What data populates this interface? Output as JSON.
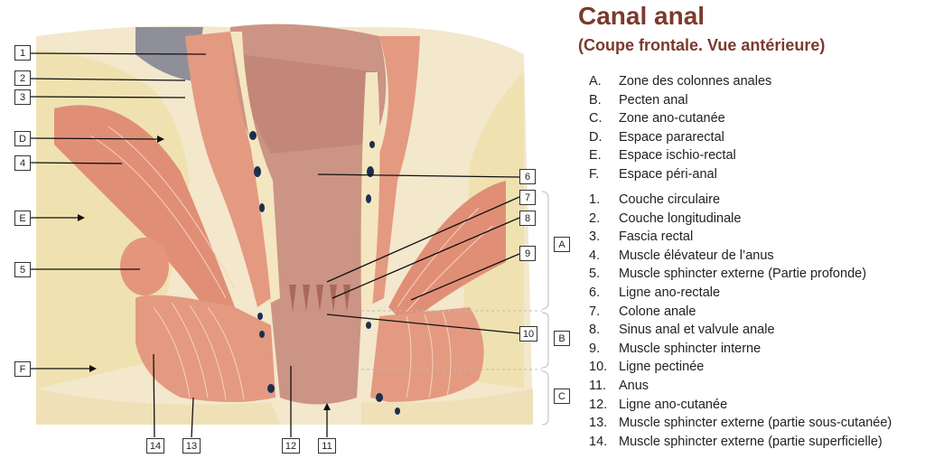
{
  "title": "Canal anal",
  "subtitle": "(Coupe frontale. Vue antérieure)",
  "letters": [
    {
      "key": "A.",
      "text": "Zone des colonnes anales"
    },
    {
      "key": "B.",
      "text": "Pecten anal"
    },
    {
      "key": "C.",
      "text": "Zone ano-cutanée"
    },
    {
      "key": "D.",
      "text": "Espace pararectal"
    },
    {
      "key": "E.",
      "text": "Espace ischio-rectal"
    },
    {
      "key": "F.",
      "text": "Espace péri-anal"
    }
  ],
  "numbers": [
    {
      "key": "1.",
      "text": "Couche circulaire"
    },
    {
      "key": "2.",
      "text": "Couche longitudinale"
    },
    {
      "key": "3.",
      "text": "Fascia rectal"
    },
    {
      "key": "4.",
      "text": "Muscle élévateur de l’anus"
    },
    {
      "key": "5.",
      "text": "Muscle sphincter externe (Partie profonde)"
    },
    {
      "key": "6.",
      "text": "Ligne ano-rectale"
    },
    {
      "key": "7.",
      "text": "Colone anale"
    },
    {
      "key": "8.",
      "text": "Sinus anal et valvule anale"
    },
    {
      "key": "9.",
      "text": "Muscle sphincter interne"
    },
    {
      "key": "10.",
      "text": "Ligne pectinée"
    },
    {
      "key": "11.",
      "text": "Anus"
    },
    {
      "key": "12.",
      "text": "Ligne ano-cutanée"
    },
    {
      "key": "13.",
      "text": "Muscle sphincter externe (partie sous-cutanée)"
    },
    {
      "key": "14.",
      "text": "Muscle sphincter externe (partie superficielle)"
    }
  ],
  "callouts": {
    "l1": "1",
    "l2": "2",
    "l3": "3",
    "lD": "D",
    "l4": "4",
    "lE": "E",
    "l5": "5",
    "lF": "F",
    "l6": "6",
    "l7": "7",
    "l8": "8",
    "l9": "9",
    "l10": "10",
    "lA": "A",
    "lB": "B",
    "lC": "C",
    "l14": "14",
    "l13": "13",
    "l12": "12",
    "l11": "11"
  },
  "colors": {
    "title": "#7b3a2c",
    "muscle": "#e0967c",
    "fat": "#efe2b0",
    "mucosa": "#cf9888"
  }
}
